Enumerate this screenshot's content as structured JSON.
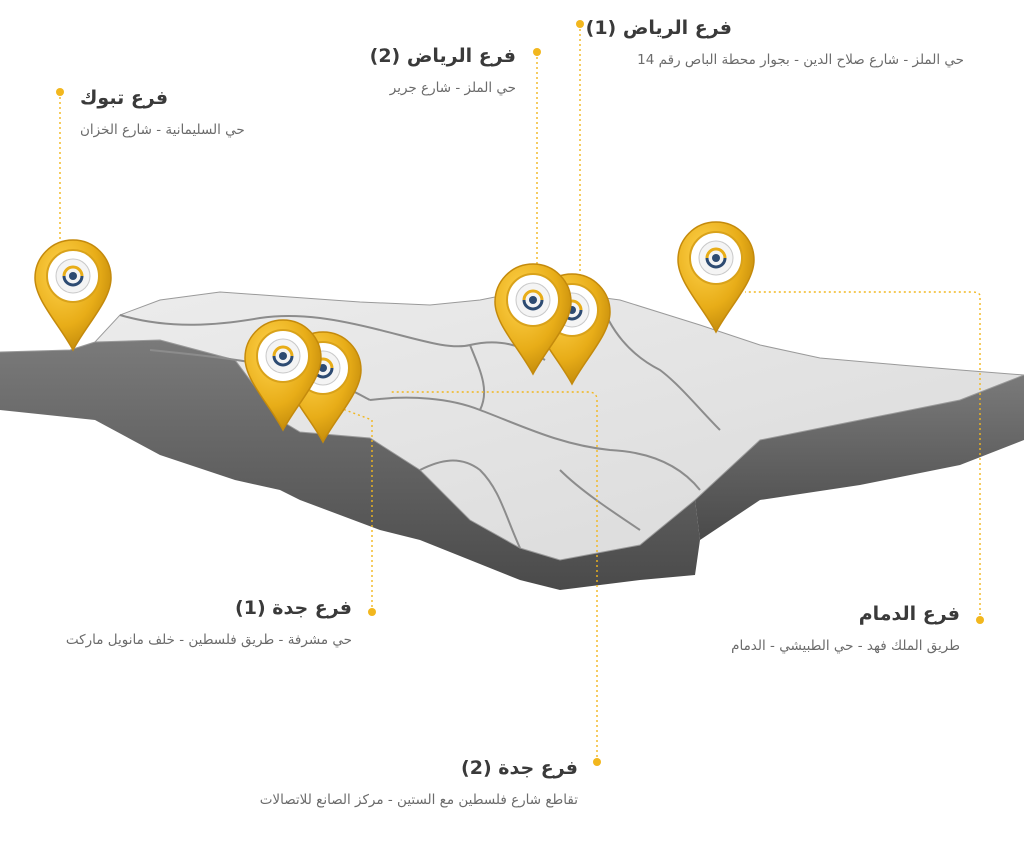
{
  "branches": [
    {
      "id": "riyadh-1",
      "title": "فرع الرياض (1)",
      "address": "حي الملز - شارع صلاح الدين - بجوار محطة الباص رقم 14"
    },
    {
      "id": "riyadh-2",
      "title": "فرع الرياض (2)",
      "address": "حي الملز - شارع جرير"
    },
    {
      "id": "tabuk",
      "title": "فرع تبوك",
      "address": "حي السليمانية - شارع الخزان"
    },
    {
      "id": "jeddah-1",
      "title": "فرع جدة (1)",
      "address": "حي مشرفة - طريق فلسطين - خلف مانويل ماركت"
    },
    {
      "id": "dammam",
      "title": "فرع الدمام",
      "address": "طريق الملك فهد - حي الطبيشي - الدمام"
    },
    {
      "id": "jeddah-2",
      "title": "فرع جدة (2)",
      "address": "تقاطع شارع فلسطين مع الستين - مركز الصانع للاتصالات"
    }
  ],
  "colors": {
    "accent": "#f2b71e",
    "pin": "#e8ad18",
    "map_top": "#e4e4e4",
    "map_side": "#5f5f5f",
    "title": "#3a3a3a",
    "text": "#6b6b6b"
  },
  "icons": {
    "pin": "map-pin-icon",
    "logo": "company-logo-icon"
  }
}
